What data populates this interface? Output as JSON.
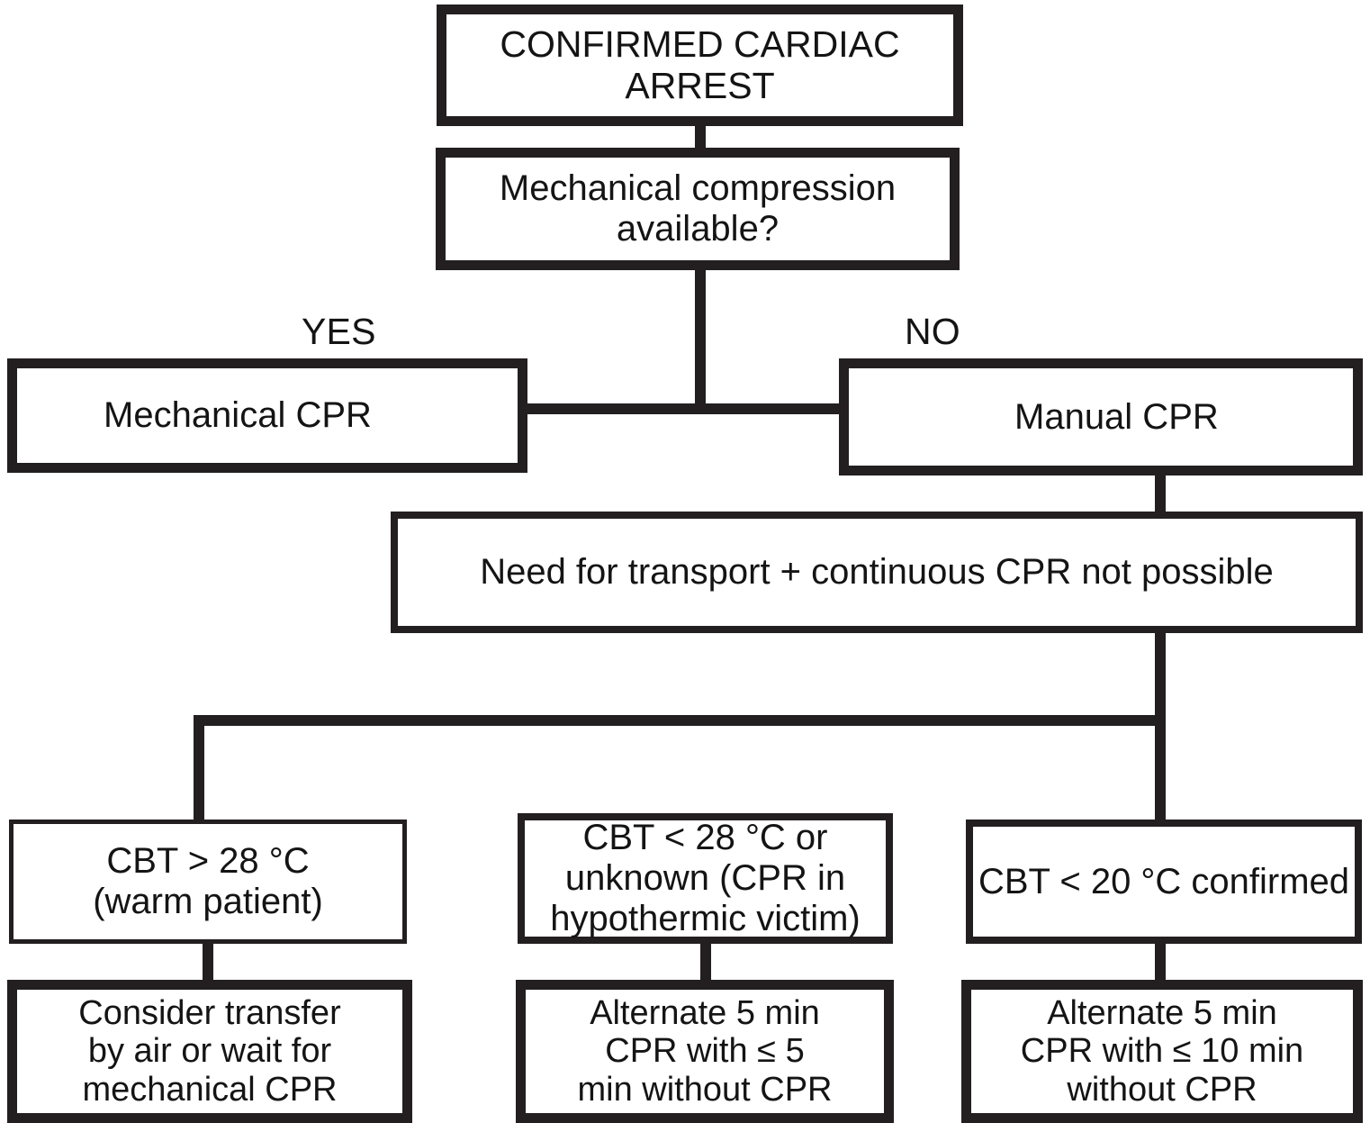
{
  "diagram": {
    "title": "Cardiac arrest CPR decision flowchart",
    "colors": {
      "line": "#231f20",
      "background": "#ffffff",
      "text": "#141414"
    },
    "nodes": {
      "confirmed_arrest": "CONFIRMED CARDIAC\nARREST",
      "mechanical_available": "Mechanical compression\navailable?",
      "mechanical_cpr": "Mechanical CPR",
      "manual_cpr": "Manual CPR",
      "need_transport": "Need for transport + continuous CPR not possible",
      "cbt_warm": "CBT > 28 °C\n(warm patient)",
      "cbt_hypo": "CBT < 28 °C or\nunknown (CPR in\nhypothermic victim)",
      "cbt_20": "CBT < 20 °C confirmed",
      "action_warm": "Consider transfer\nby air or wait for\nmechanical CPR",
      "action_hypo": "Alternate 5 min\nCPR with ≤ 5\nmin without CPR",
      "action_20": "Alternate 5 min\nCPR with ≤ 10 min\nwithout CPR"
    },
    "branch_labels": {
      "yes": "YES",
      "no": "NO"
    }
  }
}
